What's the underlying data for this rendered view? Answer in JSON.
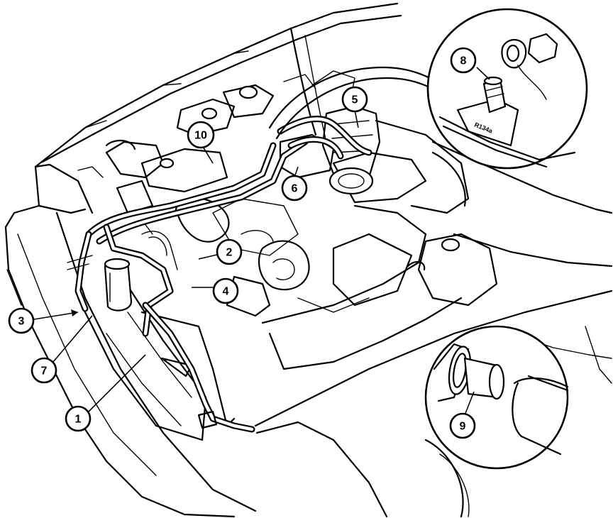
{
  "callouts": [
    {
      "id": "1",
      "label": "1"
    },
    {
      "id": "2",
      "label": "2"
    },
    {
      "id": "3",
      "label": "3"
    },
    {
      "id": "4",
      "label": "4"
    },
    {
      "id": "5",
      "label": "5"
    },
    {
      "id": "6",
      "label": "6"
    },
    {
      "id": "7",
      "label": "7"
    },
    {
      "id": "8",
      "label": "8"
    },
    {
      "id": "9",
      "label": "9"
    },
    {
      "id": "10",
      "label": "10"
    }
  ],
  "detail_tag": {
    "text": "R134a"
  },
  "colors": {
    "line": "#000000",
    "background": "#ffffff"
  }
}
